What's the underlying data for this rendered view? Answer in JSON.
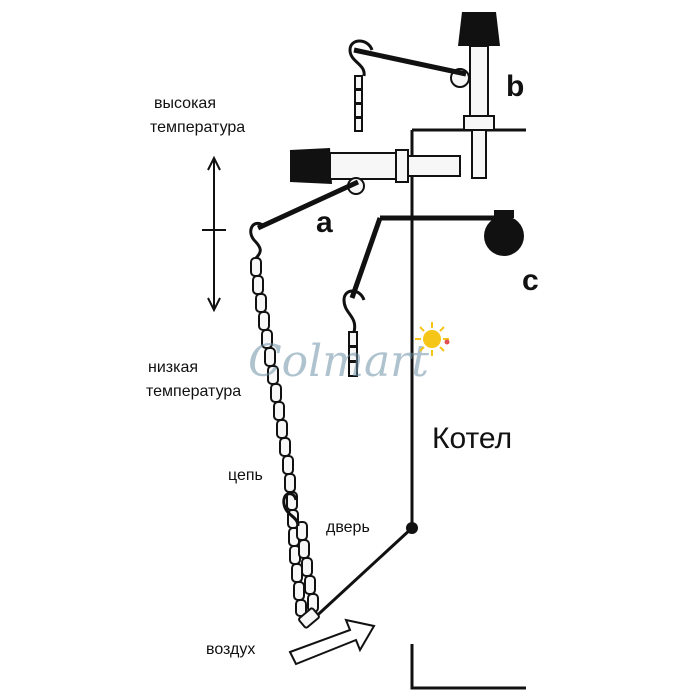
{
  "labels": {
    "high_temp_line1": "высокая",
    "high_temp_line2": "температура",
    "low_temp_line1": "низкая",
    "low_temp_line2": "температура",
    "chain": "цепь",
    "door": "дверь",
    "air": "воздух",
    "boiler": "Котел",
    "letter_a": "a",
    "letter_b": "b",
    "letter_c": "c"
  },
  "watermark": {
    "text": "Colmart",
    "sun_color": "#f5c518"
  },
  "colors": {
    "ink": "#111111",
    "metal": "#f7f7f7",
    "watermark": "#6f93a8"
  }
}
